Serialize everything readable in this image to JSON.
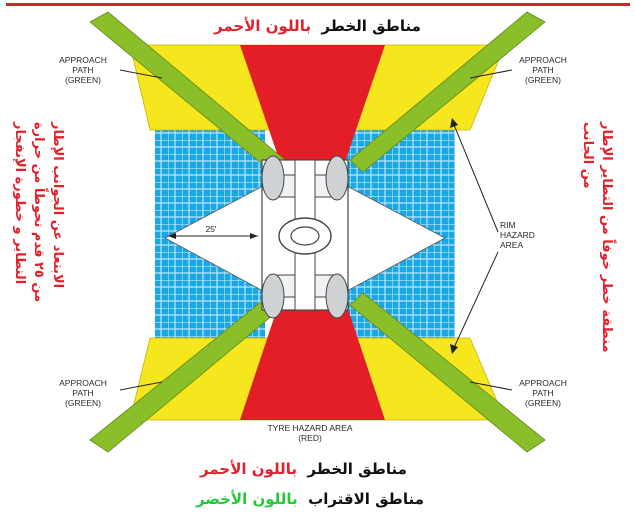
{
  "title_top": {
    "red": "باللون الأحمر",
    "black": "مناطق الخطر"
  },
  "labels": {
    "approach_tl": [
      "APPROACH",
      "PATH",
      "(GREEN)"
    ],
    "approach_tr": [
      "APPROACH",
      "PATH",
      "(GREEN)"
    ],
    "approach_bl": [
      "APPROACH",
      "PATH",
      "(GREEN)"
    ],
    "approach_br": [
      "APPROACH",
      "PATH",
      "(GREEN)"
    ],
    "rim": [
      "RIM",
      "HAZARD",
      "AREA"
    ],
    "tyre": [
      "TYRE HAZARD AREA",
      "(RED)"
    ],
    "distance": "25'"
  },
  "left_note": [
    "الابتعاد عن الجوانب الإطار",
    "من ٢٥ قدم تحوطاً من حرارة",
    "التطاير و خطورة الإنفجار"
  ],
  "right_note": [
    "منطقة خطر خوفاً من التطاير الإطار",
    "من الجانب"
  ],
  "legend": [
    {
      "black": "مناطق الخطر",
      "colored": "باللون الأحمر",
      "color": "#e3202a"
    },
    {
      "black": "مناطق الاقتراب",
      "colored": "باللون الأخضر",
      "color": "#24c83a"
    }
  ],
  "colors": {
    "red": "#e41e26",
    "yellow": "#f5e61e",
    "green": "#8bbf2a",
    "blue": "#1aa7e6",
    "white": "#ffffff"
  }
}
